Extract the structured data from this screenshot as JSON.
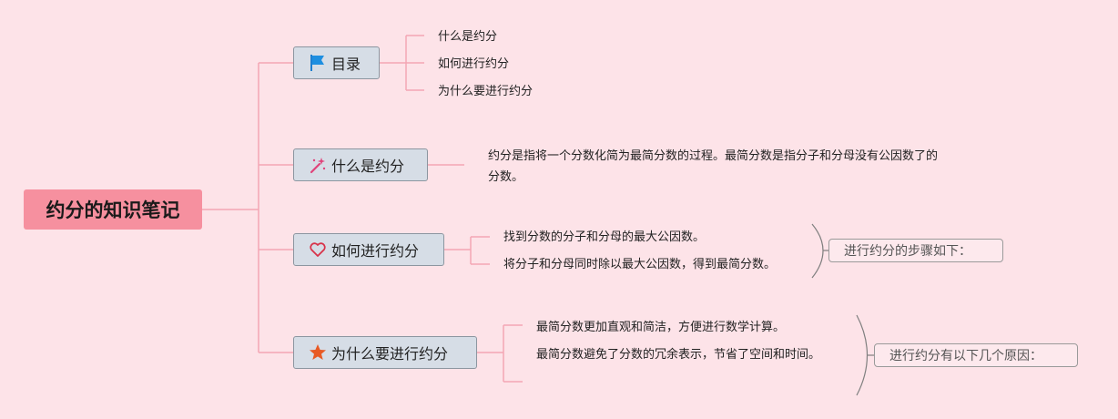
{
  "root": {
    "title": "约分的知识笔记"
  },
  "topics": [
    {
      "label": "目录",
      "icon": "flag-icon"
    },
    {
      "label": "什么是约分",
      "icon": "magic-wand-icon"
    },
    {
      "label": "如何进行约分",
      "icon": "heart-icon"
    },
    {
      "label": "为什么要进行约分",
      "icon": "star-icon"
    }
  ],
  "toc": [
    "什么是约分",
    "如何进行约分",
    "为什么要进行约分"
  ],
  "definition": "约分是指将一个分数化简为最简分数的过程。最简分数是指分子和分母没有公因数了的分数。",
  "how_steps": [
    "找到分数的分子和分母的最大公因数。",
    "将分子和分母同时除以最大公因数，得到最简分数。"
  ],
  "how_summary": "进行约分的步骤如下：",
  "why_reasons": [
    "最简分数更加直观和简洁，方便进行数学计算。",
    "最简分数避免了分数的冗余表示，节省了空间和时间。"
  ],
  "why_summary": "进行约分有以下几个原因：",
  "colors": {
    "background": "#fde3e8",
    "root": "#f6909f",
    "connector": "#f4a6b4",
    "topic": "#d6dde6"
  }
}
